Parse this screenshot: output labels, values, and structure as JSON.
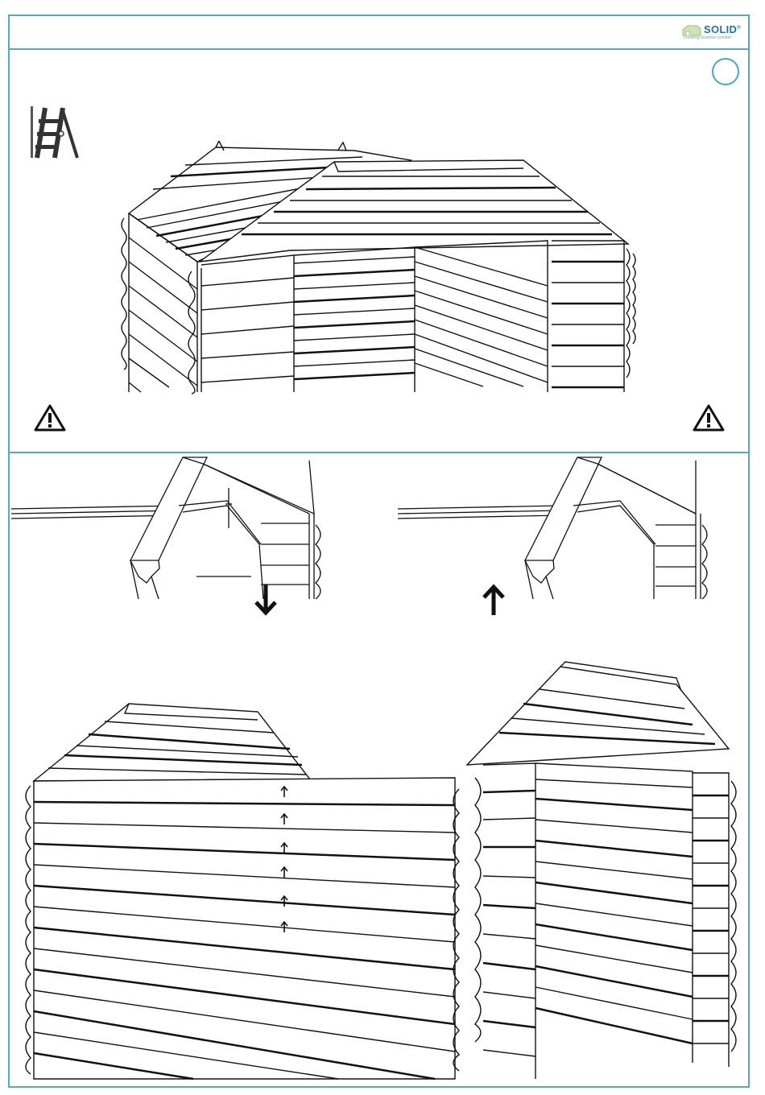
{
  "brand": {
    "name": "SOLID",
    "registered_mark": "®",
    "tagline": "creating outdoor comfort",
    "color": "#2a6fa0"
  },
  "step": {
    "number": ""
  },
  "frame_color": "#5aa8bf",
  "icons": {
    "tool": "ladder-icon",
    "warning_left": "warning-triangle-icon",
    "warning_right": "warning-triangle-icon",
    "down": "arrow-down-icon",
    "up": "arrow-up-icon",
    "wall_arrows": "small-arrow-up-icon"
  },
  "wall_arrow_count": 6
}
